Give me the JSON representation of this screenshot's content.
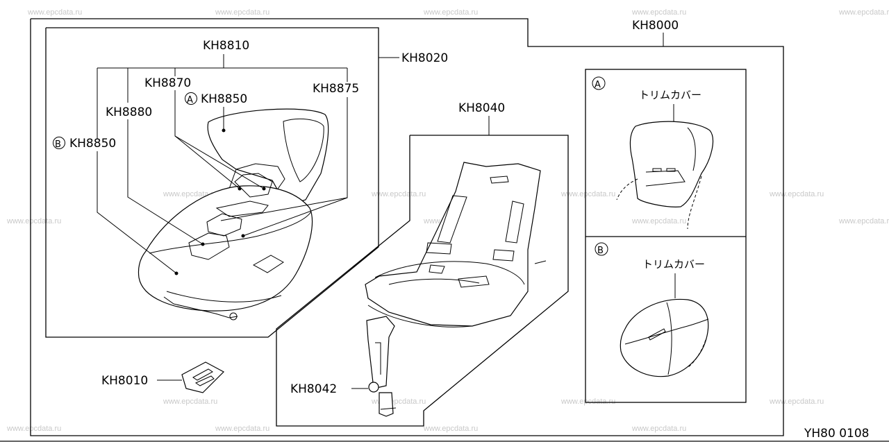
{
  "diagram": {
    "code": "YH80 0108",
    "watermark": "www.epcdata.ru",
    "part_labels": {
      "kh8000": "KH8000",
      "kh8020": "KH8020",
      "kh8810": "KH8810",
      "kh8870": "KH8870",
      "kh8850a": "KH8850",
      "kh8875": "KH8875",
      "kh8880": "KH8880",
      "kh8850b": "KH8850",
      "kh8040": "KH8040",
      "kh8042": "KH8042",
      "kh8010": "KH8010"
    },
    "markers": {
      "a": "A",
      "b": "B"
    },
    "detail_a": {
      "marker": "A",
      "caption": "トリムカバー"
    },
    "detail_b": {
      "marker": "B",
      "caption": "トリムカバー"
    }
  }
}
